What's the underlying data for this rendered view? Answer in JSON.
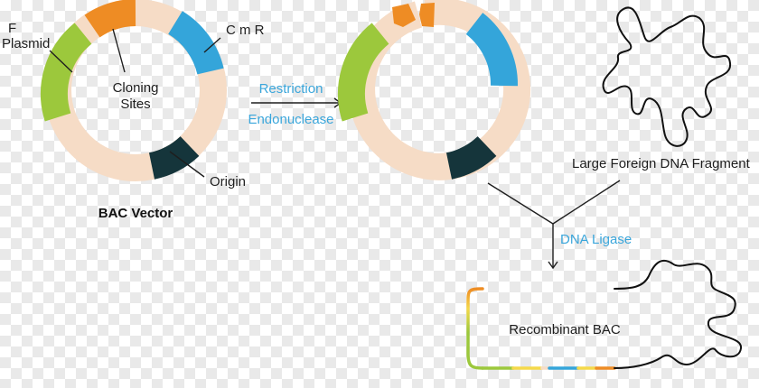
{
  "labels": {
    "f_plasmid_line1": "F",
    "f_plasmid_line2": "Plasmid",
    "cloning_line1": "Cloning",
    "cloning_line2": "Sites",
    "cmr": "C m R",
    "origin": "Origin",
    "bac_vector": "BAC Vector",
    "restriction_line1": "Restriction",
    "restriction_line2": "Endonuclease",
    "foreign_dna": "Large Foreign DNA Fragment",
    "dna_ligase": "DNA Ligase",
    "recombinant": "Recombinant BAC"
  },
  "colors": {
    "f_plasmid": "#9cc83c",
    "cloning": "#ee8c24",
    "cmr": "#34a5da",
    "origin": "#15353b",
    "backbone": "#f6dcc6",
    "text_dark": "#1e1e1e",
    "text_blue": "#3aa6db",
    "yellow": "#f5d94a"
  }
}
